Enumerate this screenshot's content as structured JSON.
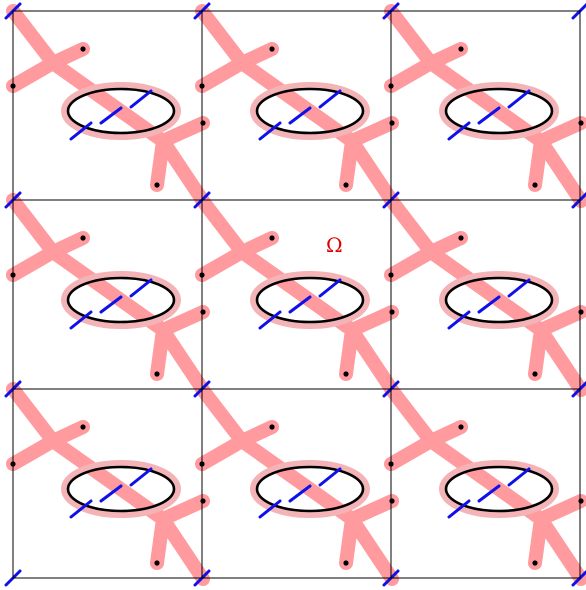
{
  "grid": {
    "rows": 3,
    "cols": 3
  },
  "label": "Ω",
  "colors": {
    "skeleton": "#ff9a9e",
    "skeleton_halo": "#f4b3b6",
    "ellipse": "#000000",
    "cut_marks": "#1010e8",
    "cell_border": "#000000",
    "dots": "#000000",
    "label": "#e00000"
  }
}
